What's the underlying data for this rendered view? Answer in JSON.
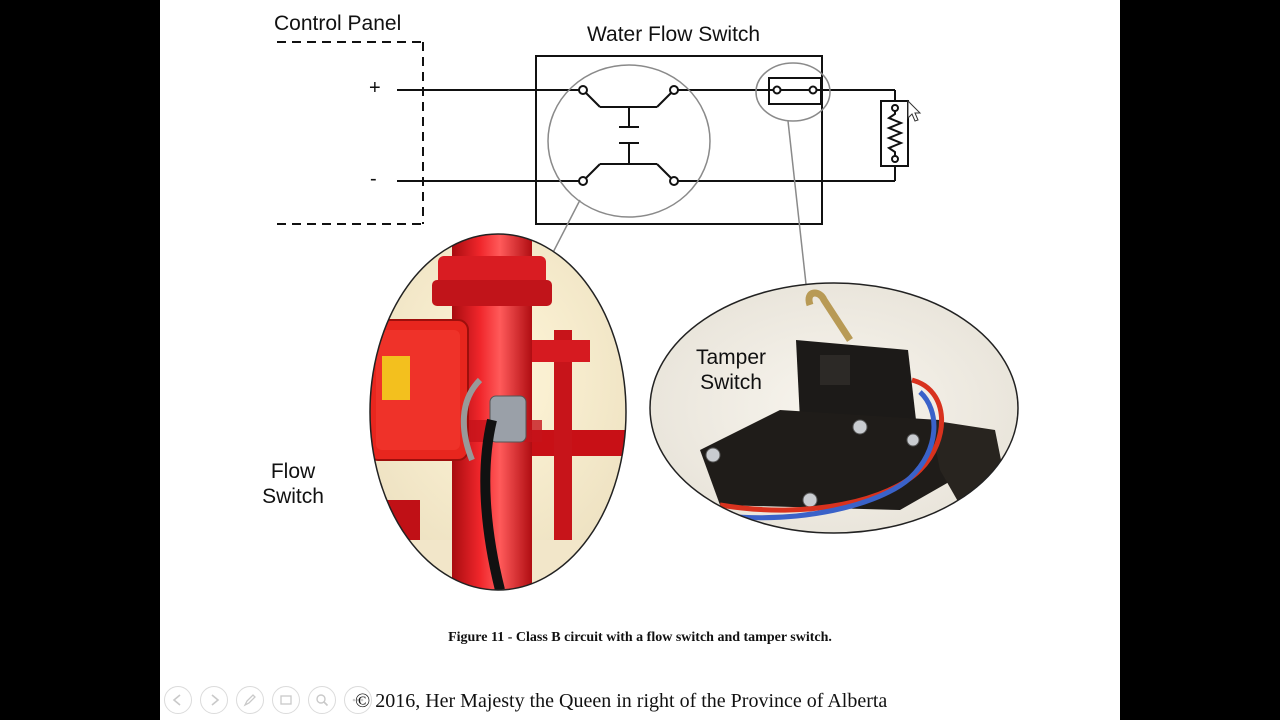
{
  "diagram": {
    "control_panel_label": "Control Panel",
    "water_flow_switch_label": "Water Flow Switch",
    "positive_label": "+",
    "negative_label": "-",
    "flow_switch_label_line1": "Flow",
    "flow_switch_label_line2": "Switch",
    "tamper_switch_label_line1": "Tamper",
    "tamper_switch_label_line2": "Switch"
  },
  "caption": "Figure 11 - Class B circuit with a flow switch and tamper switch.",
  "copyright": "© 2016, Her Majesty the Queen in right of the Province of Alberta",
  "toolbar": {
    "icons": [
      "previous-icon",
      "next-icon",
      "pen-icon",
      "slides-icon",
      "zoom-icon",
      "more-icon"
    ]
  },
  "colors": {
    "pipe_red": "#e0141b",
    "switch_box_red": "#e8261e",
    "tamper_body": "#1c1a18",
    "wire_red": "#d8321e",
    "wire_blue": "#3a62c9"
  }
}
